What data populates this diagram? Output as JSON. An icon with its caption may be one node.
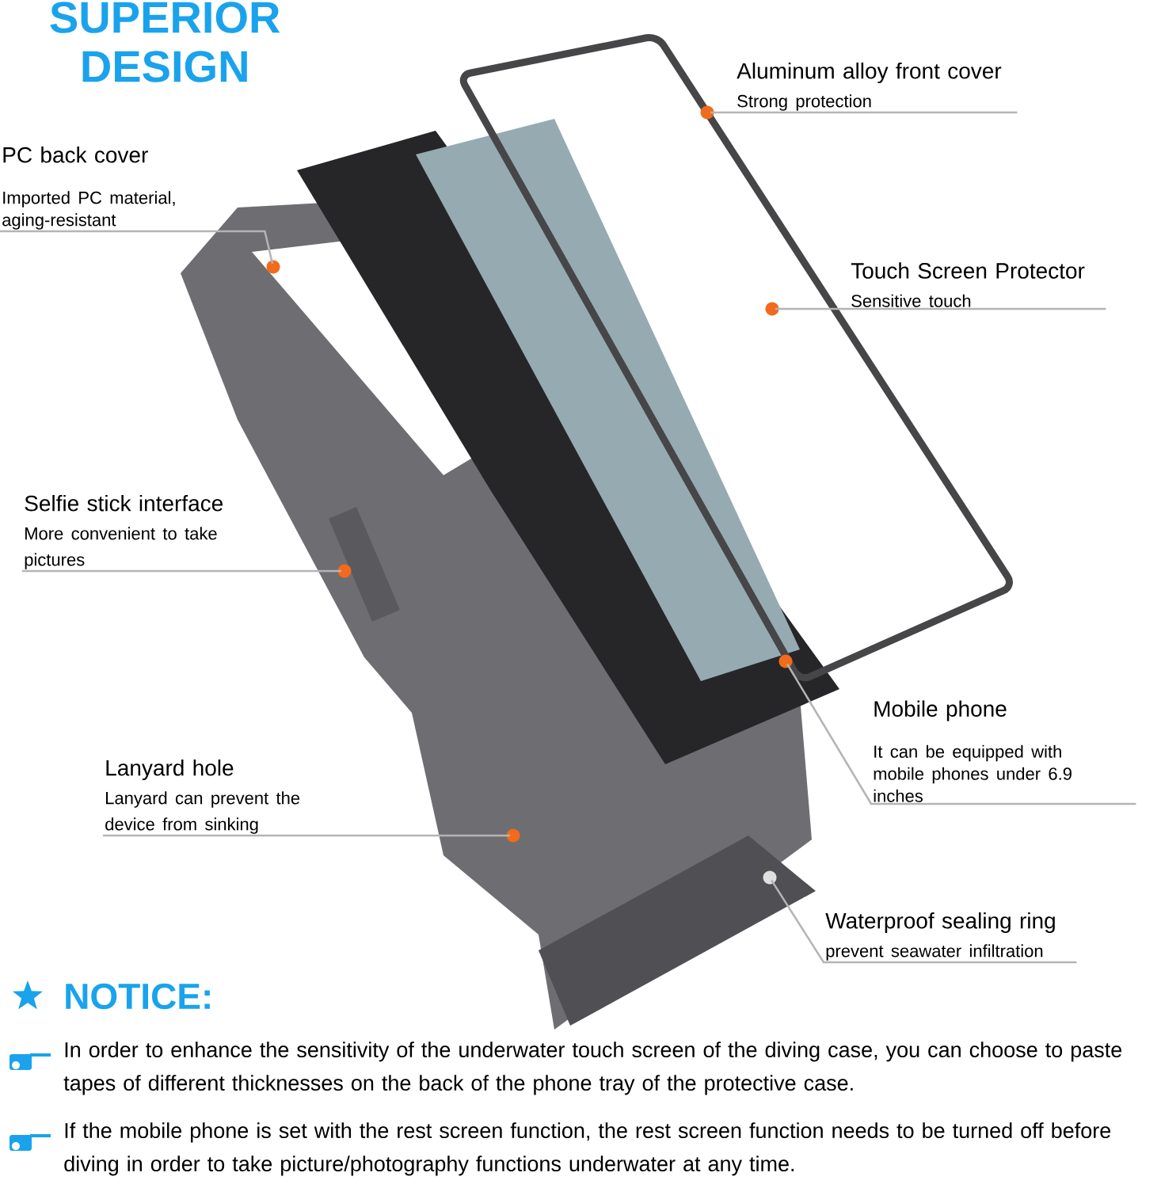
{
  "diagram": {
    "title": "SUPERIOR DESIGN",
    "nodes": [
      {
        "text": [
          "Aluminum alloy  front cover",
          "Strong protection"
        ]
      },
      {
        "text": [
          "PC back cover",
          "Imported PC material, aging-resistant"
        ]
      },
      {
        "text": [
          "Touch Screen Protector",
          "Sensitive touch"
        ]
      },
      {
        "text": [
          "Selfie stick interface",
          "More convenient to take pictures"
        ]
      },
      {
        "text": [
          "Mobile phone",
          "It can be equipped with mobile phones under 6.9 inches"
        ]
      },
      {
        "text": [
          "Lanyard hole",
          "Lanyard can prevent the device from sinking"
        ]
      },
      {
        "text": [
          "Waterproof sealing ring",
          "prevent seawater infiltration"
        ]
      },
      {
        "text": [],
        "shape": "circle"
      },
      {
        "text": [],
        "shape": "circle"
      },
      {
        "text": [],
        "shape": "circle"
      },
      {
        "text": [],
        "shape": "circle"
      },
      {
        "text": [],
        "shape": "circle"
      },
      {
        "text": [],
        "shape": "circle"
      },
      {
        "text": [],
        "shape": "circle"
      }
    ],
    "edges": [
      {
        "from": 0,
        "to": 7,
        "arrow": "none"
      },
      {
        "from": 1,
        "to": 8,
        "arrow": "none"
      },
      {
        "from": 2,
        "to": 9,
        "arrow": "none"
      },
      {
        "from": 3,
        "to": 10,
        "arrow": "none"
      },
      {
        "from": 4,
        "to": 11,
        "arrow": "none"
      },
      {
        "from": 5,
        "to": 12,
        "arrow": "none"
      },
      {
        "from": 6,
        "to": 13,
        "arrow": "none"
      }
    ],
    "labels": [
      "NOTICE:",
      "In order to enhance the sensitivity of the underwater touch screen of the diving case, you can choose to paste tapes of different thicknesses on the back of the phone tray of the protective case.",
      "If the mobile phone is set with the rest screen function, the rest screen function needs to be turned off before diving in order to take picture/photography functions underwater at any time."
    ]
  }
}
